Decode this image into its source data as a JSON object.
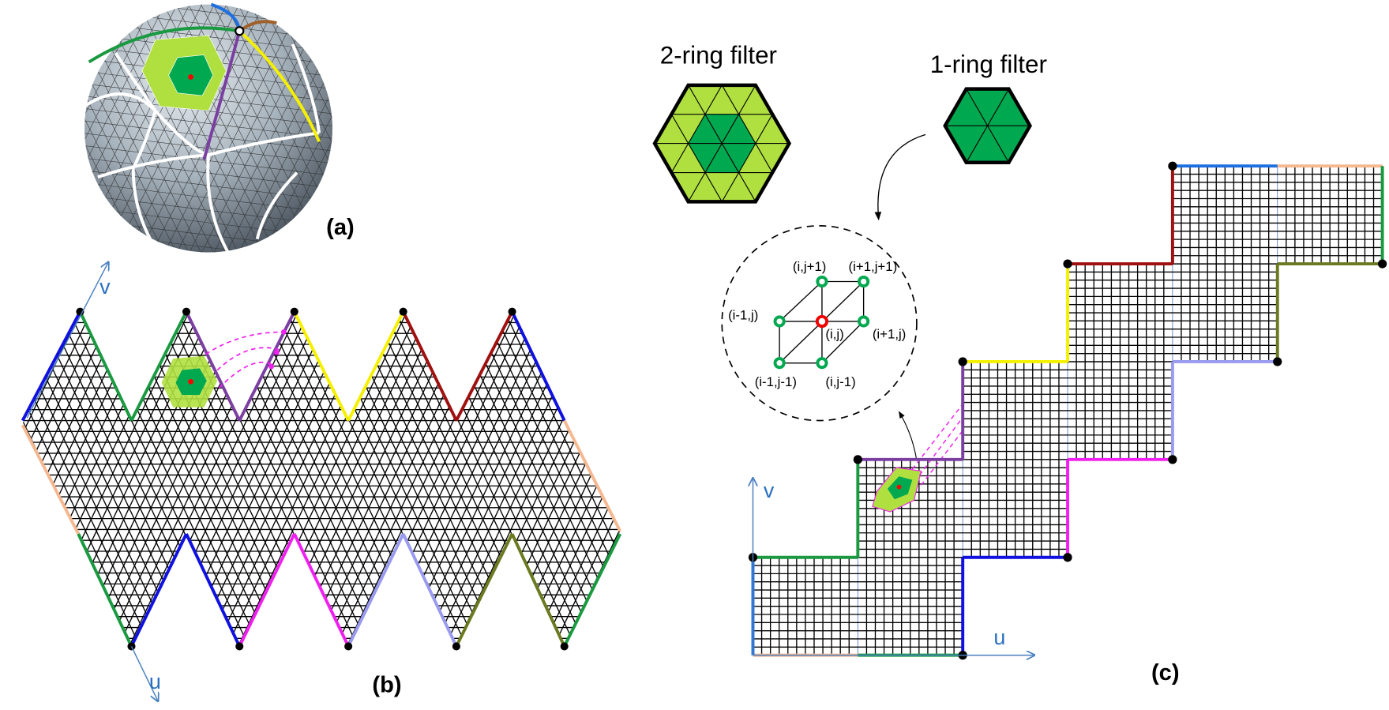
{
  "panels": {
    "a": {
      "label": "(a)"
    },
    "b": {
      "label": "(b)",
      "axis_v": "v",
      "axis_u": "u"
    },
    "c": {
      "label": "(c)",
      "axis_v": "v",
      "axis_u": "u"
    }
  },
  "filters": {
    "two_ring": "2-ring filter",
    "one_ring": "1-ring filter"
  },
  "stencil": {
    "top": "(i,j+1)",
    "top_right": "(i+1,j+1)",
    "left": "(i-1,j)",
    "center": "(i,j)",
    "right": "(i+1,j)",
    "bottom_left": "(i-1,j-1)",
    "bottom": "(i,j-1)"
  },
  "colors": {
    "light_green": "#b0e040",
    "dark_green": "#00a850",
    "blue": "#1e6fe0",
    "green": "#1a9a40",
    "purple": "#7a3fa0",
    "yellow": "#f5f000",
    "darkred": "#a01010",
    "peach": "#f5b890",
    "magenta": "#f020f0",
    "lavender": "#9a9af0",
    "olive": "#6a7a20",
    "navy": "#1010e0"
  }
}
